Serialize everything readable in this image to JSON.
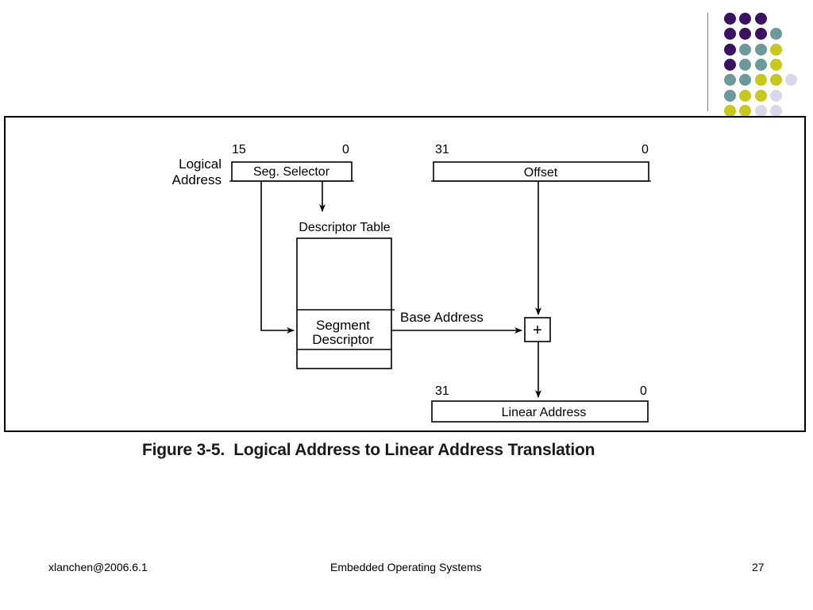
{
  "decoration": {
    "palette": [
      "#3b1163",
      "#6b9a9a",
      "#c8c81a",
      "#d8d8ea"
    ],
    "grid_rows": [
      [
        "#3b1163",
        "#3b1163",
        "#3b1163",
        null
      ],
      [
        "#3b1163",
        "#3b1163",
        "#3b1163",
        "#6b9a9a"
      ],
      [
        "#3b1163",
        "#6b9a9a",
        "#6b9a9a",
        "#c8c81a"
      ],
      [
        "#3b1163",
        "#6b9a9a",
        "#6b9a9a",
        "#c8c81a"
      ],
      [
        "#6b9a9a",
        "#6b9a9a",
        "#c8c81a",
        "#c8c81a",
        "#d8d8ea"
      ],
      [
        "#6b9a9a",
        "#c8c81a",
        "#c8c81a",
        "#d8d8ea"
      ],
      [
        "#c8c81a",
        "#c8c81a",
        "#d8d8ea",
        "#d8d8ea"
      ]
    ]
  },
  "diagram": {
    "logical_address_line1": "Logical",
    "logical_address_line2": "Address",
    "selector_high_bit": "15",
    "selector_low_bit": "0",
    "seg_selector": "Seg. Selector",
    "offset_high_bit": "31",
    "offset_low_bit": "0",
    "offset": "Offset",
    "descriptor_table": "Descriptor Table",
    "segment_descriptor_line1": "Segment",
    "segment_descriptor_line2": "Descriptor",
    "base_address": "Base Address",
    "adder_symbol": "+",
    "linear_high_bit": "31",
    "linear_low_bit": "0",
    "linear_address": "Linear Address"
  },
  "caption": "Figure 3-5.  Logical Address to Linear Address Translation",
  "footer": {
    "author": "xlanchen@2006.6.1",
    "course": "Embedded Operating Systems",
    "page_number": "27"
  }
}
